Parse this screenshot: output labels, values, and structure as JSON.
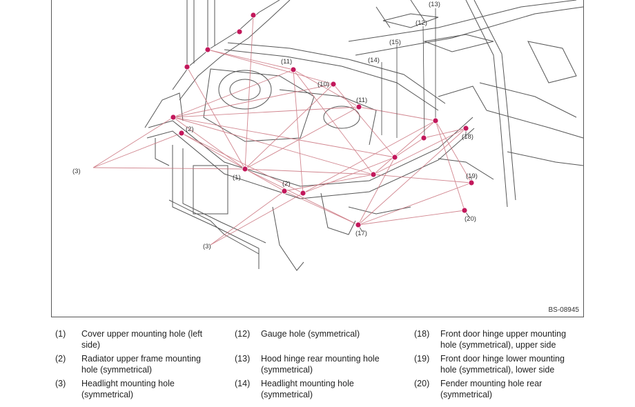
{
  "figure": {
    "code": "BS-08945",
    "callouts": [
      "(13)",
      "(12)",
      "(15)",
      "(14)",
      "(11)",
      "(10)",
      "(11)",
      "(2)",
      "(3)",
      "(1)",
      "(2)",
      "(3)",
      "(18)",
      "(19)",
      "(20)",
      "(17)"
    ]
  },
  "legend": [
    {
      "num": "(1)",
      "text": "Cover upper mounting hole (left side)"
    },
    {
      "num": "(2)",
      "text": "Radiator upper frame mounting hole (symmetrical)"
    },
    {
      "num": "(3)",
      "text": "Headlight mounting hole (symmetrical)"
    },
    {
      "num": "(12)",
      "text": "Gauge hole (symmetrical)"
    },
    {
      "num": "(13)",
      "text": "Hood hinge rear mounting hole (symmetrical)"
    },
    {
      "num": "(14)",
      "text": "Headlight mounting hole (symmetrical)"
    },
    {
      "num": "(18)",
      "text": "Front door hinge upper mounting hole (symmetrical), upper side"
    },
    {
      "num": "(19)",
      "text": "Front door hinge lower mounting hole (symmetrical), lower side"
    },
    {
      "num": "(20)",
      "text": "Fender mounting hole rear (symmetrical)"
    }
  ]
}
